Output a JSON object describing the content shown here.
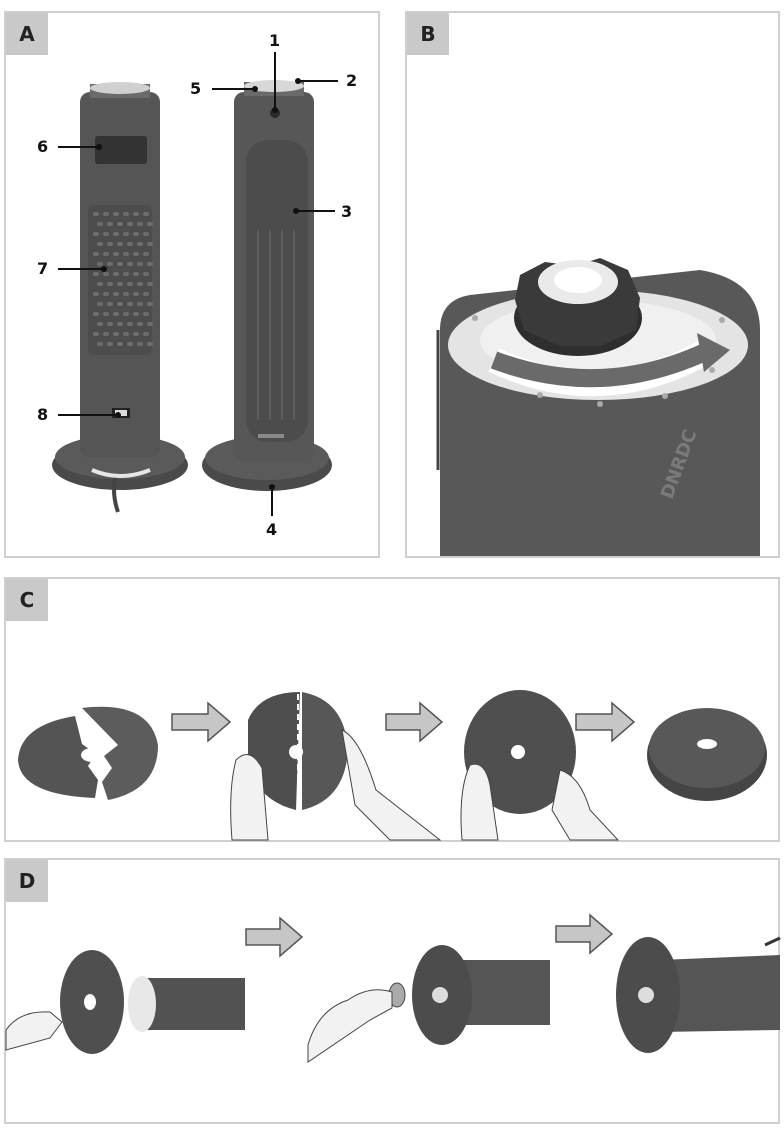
{
  "panels": {
    "A": {
      "tag": "A"
    },
    "B": {
      "tag": "B"
    },
    "C": {
      "tag": "C"
    },
    "D": {
      "tag": "D"
    }
  },
  "callouts": [
    "1",
    "2",
    "3",
    "4",
    "5",
    "6",
    "7",
    "8"
  ],
  "brand_text": "DNRDC"
}
